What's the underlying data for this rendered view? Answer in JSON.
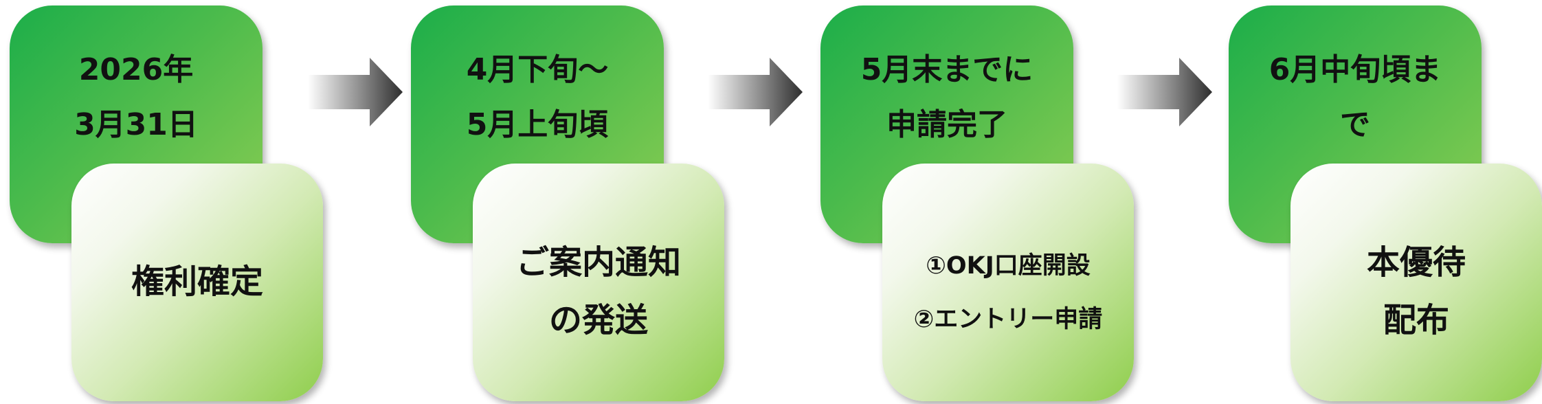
{
  "steps": [
    {
      "date_lines": [
        "2026年",
        "3月31日"
      ],
      "action_lines": [
        "権利確定"
      ]
    },
    {
      "date_lines": [
        "4月下旬～",
        "5月上旬頃"
      ],
      "action_lines": [
        "ご案内通知",
        "の発送"
      ]
    },
    {
      "date_lines": [
        "5月末までに",
        "申請完了"
      ],
      "action_lines": [
        "①OKJ口座開設",
        "②エントリー申請"
      ]
    },
    {
      "date_lines": [
        "6月中旬頃ま",
        "で"
      ],
      "action_lines": [
        "本優待",
        "配布"
      ]
    }
  ],
  "colors": {
    "dark_green": "#1cae4a",
    "light_green": "#8ccd52",
    "arrow_dark": "#3a3a3a",
    "text": "#111111"
  }
}
